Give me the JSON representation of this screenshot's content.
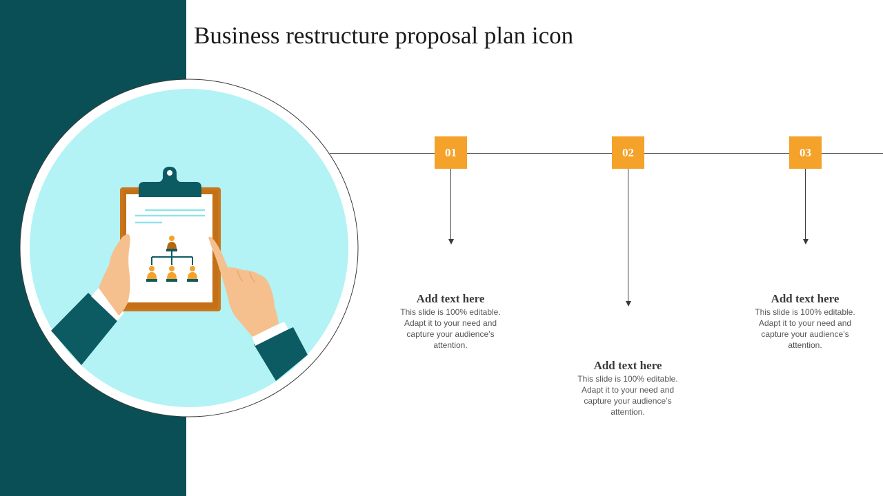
{
  "slide": {
    "title": "Business restructure proposal plan icon"
  },
  "colors": {
    "sidebar": "#0a4f55",
    "accent": "#f4a22a",
    "circle_fill": "#b3f2f5",
    "line": "#3a3a3a"
  },
  "illustration": {
    "icon": "clipboard-org-chart-icon"
  },
  "steps": [
    {
      "number": "01",
      "heading": "Add text here",
      "body": "This slide is 100% editable. Adapt it to your need and capture your audience’s attention."
    },
    {
      "number": "02",
      "heading": "Add text here",
      "body": "This slide is 100% editable. Adapt it to your need and capture your audience’s attention."
    },
    {
      "number": "03",
      "heading": "Add text here",
      "body": "This slide is 100% editable. Adapt it to your need and capture your audience’s attention."
    }
  ]
}
